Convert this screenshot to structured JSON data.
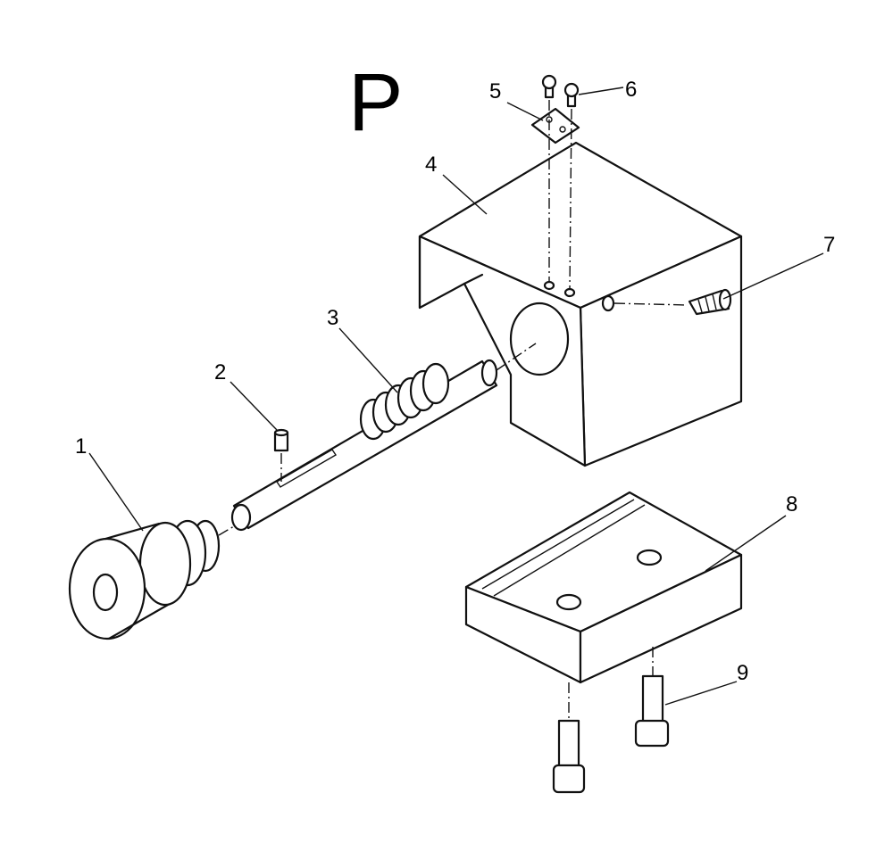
{
  "diagram": {
    "section_letter": "P",
    "part_labels": [
      "1",
      "2",
      "3",
      "4",
      "5",
      "6",
      "7",
      "8",
      "9"
    ]
  }
}
